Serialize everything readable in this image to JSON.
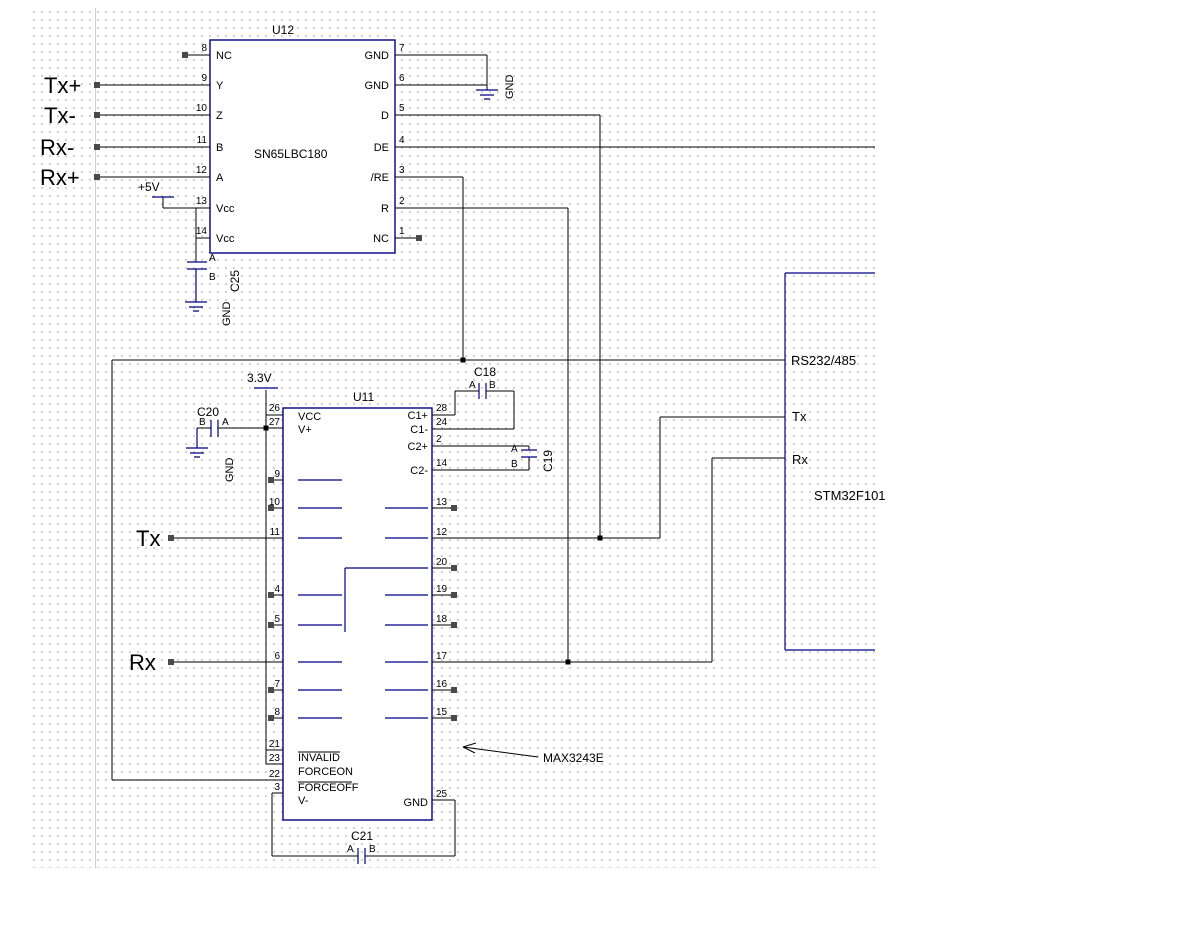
{
  "u12": {
    "ref": "U12",
    "part": "SN65LBC180",
    "left_pins": [
      {
        "num": "8",
        "name": "NC"
      },
      {
        "num": "9",
        "name": "Y"
      },
      {
        "num": "10",
        "name": "Z"
      },
      {
        "num": "11",
        "name": "B"
      },
      {
        "num": "12",
        "name": "A"
      },
      {
        "num": "13",
        "name": "Vcc"
      },
      {
        "num": "14",
        "name": "Vcc"
      }
    ],
    "right_pins": [
      {
        "num": "7",
        "name": "GND"
      },
      {
        "num": "6",
        "name": "GND"
      },
      {
        "num": "5",
        "name": "D"
      },
      {
        "num": "4",
        "name": "DE"
      },
      {
        "num": "3",
        "name": "/RE"
      },
      {
        "num": "2",
        "name": "R"
      },
      {
        "num": "1",
        "name": "NC"
      }
    ]
  },
  "u11": {
    "ref": "U11",
    "top_left_pins": [
      {
        "num": "26",
        "name": "VCC"
      },
      {
        "num": "27",
        "name": "V+"
      }
    ],
    "top_right_pins": [
      {
        "num": "28",
        "name": "C1+"
      },
      {
        "num": "24",
        "name": "C1-"
      },
      {
        "num": "2",
        "name": "C2+"
      },
      {
        "num": "14",
        "name": "C2-"
      }
    ],
    "left_pin_numbers": [
      "9",
      "10",
      "11",
      "4",
      "5",
      "6",
      "7",
      "8"
    ],
    "bottom_left_pins": [
      {
        "num": "21",
        "name": "INVALID"
      },
      {
        "num": "23",
        "name": "FORCEON"
      },
      {
        "num": "22",
        "name": "FORCEOFF"
      },
      {
        "num": "3",
        "name": "V-"
      }
    ],
    "right_pin_numbers": [
      "13",
      "12",
      "20",
      "19",
      "18",
      "17",
      "16",
      "15"
    ],
    "gnd_pin": {
      "num": "25",
      "name": "GND"
    }
  },
  "ports": {
    "tx_plus": "Tx+",
    "tx_minus": "Tx-",
    "rx_minus": "Rx-",
    "rx_plus": "Rx+",
    "tx": "Tx",
    "rx": "Rx"
  },
  "power": {
    "p5v": "+5V",
    "p3v3": "3.3V"
  },
  "capacitors": {
    "c18": "C18",
    "c19": "C19",
    "c20": "C20",
    "c21": "C21",
    "c25": "C25",
    "plate_a": "A",
    "plate_b": "B"
  },
  "ground_label": "GND",
  "right_block": {
    "bus_label": "RS232/485",
    "tx_label": "Tx",
    "rx_label": "Rx",
    "mcu_label": "STM32F101"
  },
  "annotation": {
    "u11_part": "MAX3243E"
  }
}
